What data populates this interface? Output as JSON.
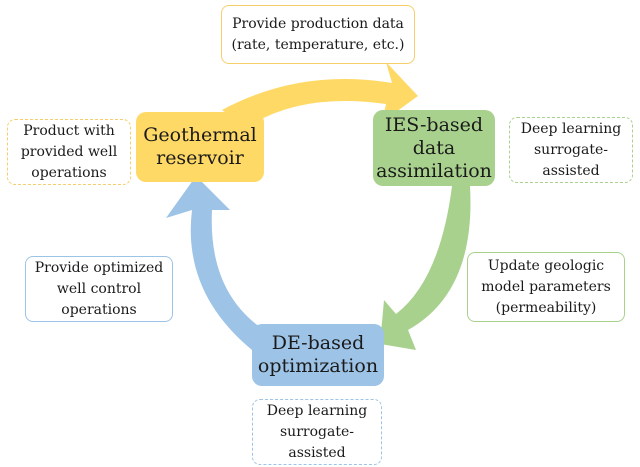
{
  "colors": {
    "orange": "#ffd966",
    "orange_border": "#f6cf6a",
    "green": "#a9d18e",
    "green_border": "#a9d18e",
    "blue": "#9dc3e6",
    "blue_border": "#9dc3e6"
  },
  "nodes": {
    "reservoir": "Geothermal\nreservoir",
    "assimilation": "IES-based\ndata\nassimilation",
    "optimization": "DE-based\noptimization"
  },
  "notes": {
    "production": "Provide production data\n(rate, temperature, etc.)",
    "product": "Product with\nprovided well\noperations",
    "surrogate_assimilation": "Deep learning\nsurrogate-\nassisted",
    "update": "Update geologic\nmodel parameters\n(permeability)",
    "optimized": "Provide optimized\nwell control\noperations",
    "surrogate_optimization": "Deep learning\nsurrogate-\nassisted"
  }
}
